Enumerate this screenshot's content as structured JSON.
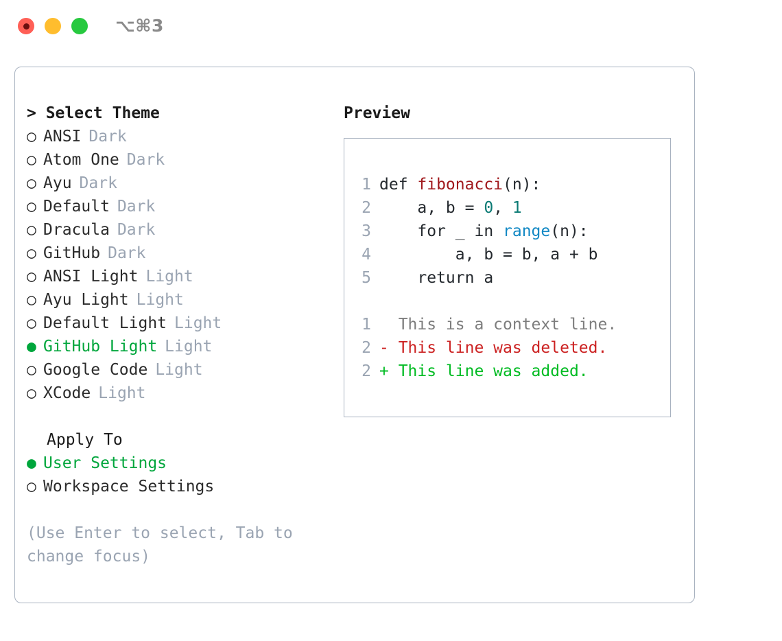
{
  "titlebar": {
    "shortcut": "⌥⌘3",
    "buttons": [
      {
        "name": "close",
        "color": "#ff5f56"
      },
      {
        "name": "minimize",
        "color": "#ffbd2e"
      },
      {
        "name": "zoom",
        "color": "#27c93f"
      }
    ]
  },
  "theme_picker": {
    "heading": "> Select Theme",
    "marker_unselected": "○",
    "marker_selected": "●",
    "accent_color": "#00a63c",
    "muted_color": "#9aa4b2",
    "items": [
      {
        "label": "ANSI",
        "variant": "Dark",
        "selected": false
      },
      {
        "label": "Atom One",
        "variant": "Dark",
        "selected": false
      },
      {
        "label": "Ayu",
        "variant": "Dark",
        "selected": false
      },
      {
        "label": "Default",
        "variant": "Dark",
        "selected": false
      },
      {
        "label": "Dracula",
        "variant": "Dark",
        "selected": false
      },
      {
        "label": "GitHub",
        "variant": "Dark",
        "selected": false
      },
      {
        "label": "ANSI Light",
        "variant": "Light",
        "selected": false
      },
      {
        "label": "Ayu Light",
        "variant": "Light",
        "selected": false
      },
      {
        "label": "Default Light",
        "variant": "Light",
        "selected": false
      },
      {
        "label": "GitHub Light",
        "variant": "Light",
        "selected": true
      },
      {
        "label": "Google Code",
        "variant": "Light",
        "selected": false
      },
      {
        "label": "XCode",
        "variant": "Light",
        "selected": false
      }
    ]
  },
  "apply_to": {
    "heading": "Apply To",
    "items": [
      {
        "label": "User Settings",
        "selected": true
      },
      {
        "label": "Workspace Settings",
        "selected": false
      }
    ]
  },
  "hint": "(Use Enter to select, Tab to change focus)",
  "preview": {
    "title": "Preview",
    "code_lines": [
      {
        "no": "1",
        "indent": "",
        "segments": [
          {
            "t": "def ",
            "k": "plain"
          },
          {
            "t": "fibonacci",
            "k": "fn"
          },
          {
            "t": "(n):",
            "k": "plain"
          }
        ]
      },
      {
        "no": "2",
        "indent": "    ",
        "segments": [
          {
            "t": "a, b = ",
            "k": "plain"
          },
          {
            "t": "0",
            "k": "num"
          },
          {
            "t": ", ",
            "k": "plain"
          },
          {
            "t": "1",
            "k": "num"
          }
        ]
      },
      {
        "no": "3",
        "indent": "    ",
        "segments": [
          {
            "t": "for _ in ",
            "k": "plain"
          },
          {
            "t": "range",
            "k": "call"
          },
          {
            "t": "(n):",
            "k": "plain"
          }
        ]
      },
      {
        "no": "4",
        "indent": "        ",
        "segments": [
          {
            "t": "a, b = b, a + b",
            "k": "plain"
          }
        ]
      },
      {
        "no": "5",
        "indent": "    ",
        "segments": [
          {
            "t": "return a",
            "k": "plain"
          }
        ]
      }
    ],
    "diff_lines": [
      {
        "no": "1",
        "sign": "  ",
        "text": "This is a context line.",
        "kind": "ctx"
      },
      {
        "no": "2",
        "sign": "- ",
        "text": "This line was deleted.",
        "kind": "del"
      },
      {
        "no": "2",
        "sign": "+ ",
        "text": "This line was added.",
        "kind": "add"
      }
    ],
    "colors": {
      "function": "#a0181c",
      "number": "#0a7a74",
      "builtin": "#1288c4",
      "context": "#7d7d7d",
      "deleted": "#cc2222",
      "added": "#00bb22",
      "lineno": "#9aa4b2"
    }
  }
}
